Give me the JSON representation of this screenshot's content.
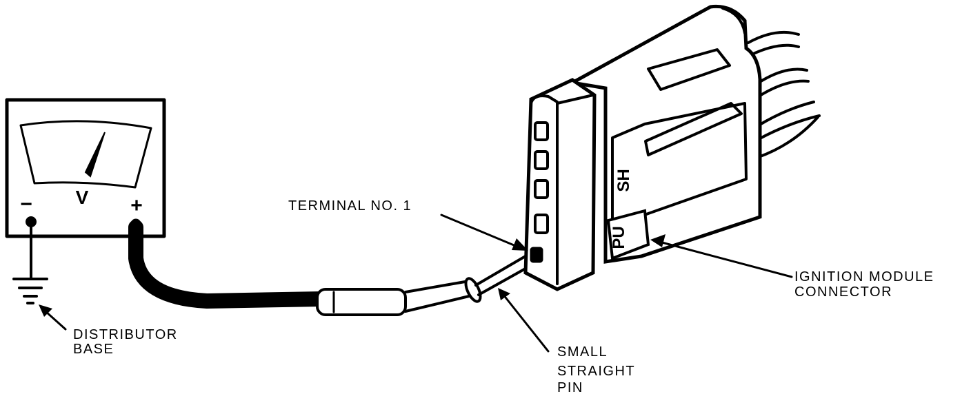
{
  "meter": {
    "minus_symbol": "−",
    "unit_symbol": "V",
    "plus_symbol": "+"
  },
  "connector": {
    "mark_sh": "SH",
    "mark_pu": "PU"
  },
  "labels": {
    "terminal": "TERMINAL NO. 1",
    "module_line1": "IGNITION MODULE",
    "module_line2": "CONNECTOR",
    "distributor_line1": "DISTRIBUTOR",
    "distributor_line2": "BASE",
    "pin_line1": "SMALL",
    "pin_line2": "STRAIGHT",
    "pin_line3": "PIN"
  }
}
